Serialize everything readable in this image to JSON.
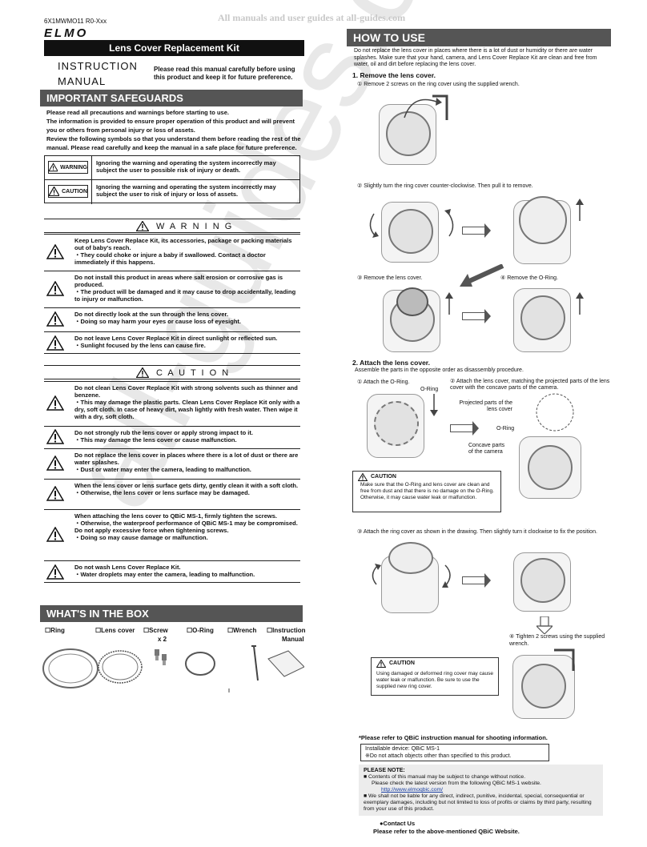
{
  "header": {
    "code": "6X1MWMO11 R0-Xxx",
    "banner": "All manuals and user guides at all-guides.com",
    "brand": "ELMO",
    "product_title": "Lens Cover Replacement Kit",
    "instruction_manual": "INSTRUCTION MANUAL",
    "read_note": "Please read this manual carefully before using this product and keep it for future preference."
  },
  "safeguards": {
    "title": "IMPORTANT SAFEGUARDS",
    "intro": [
      "Please read all precautions and warnings before starting to use.",
      "The information is provided to ensure proper operation of this product and will prevent",
      "you or others from personal injury or loss of assets.",
      "Review the following symbols so that you understand them before reading the rest of the",
      "manual. Please read carefully and keep the manual in a safe place for future preference."
    ],
    "symbols": [
      {
        "label": "WARNING",
        "text": "Ignoring the warning and operating the system incorrectly may subject the user to possible risk of injury or death."
      },
      {
        "label": "CAUTION",
        "text": "Ignoring the warning and operating the system incorrectly may subject the user to risk of injury or loss of assets."
      }
    ]
  },
  "warning": {
    "title": "W A R N I N G",
    "items": [
      "Keep Lens Cover Replace Kit, its accessories, package or packing materials out of baby's reach.\n・They could choke or injure a baby if swallowed. Contact a doctor immediately if this happens.",
      "Do not install this product in areas where salt erosion or corrosive gas is produced.\n・The product will be damaged and it may cause to drop accidentally, leading to injury or malfunction.",
      "Do not directly look at the sun through the lens cover.\n・Doing so may harm your eyes or cause loss of eyesight.",
      "Do not leave Lens Cover Replace Kit in direct sunlight or reflected sun.\n・Sunlight focused by the lens can cause fire."
    ]
  },
  "caution": {
    "title": "C A U T I O N",
    "items": [
      "Do not clean Lens Cover Replace Kit with strong solvents such as thinner and benzene.\n・This may damage the plastic parts. Clean Lens Cover Replace Kit only with a dry, soft cloth. In case of heavy dirt, wash lightly with fresh water. Then wipe it with a dry, soft cloth.",
      "Do not strongly rub the lens cover or apply strong impact to it.\n・This may damage the lens cover or cause malfunction.",
      "Do not replace the lens cover in places where there is a lot of dust or there are water splashes.\n・Dust or water may enter the camera, leading to malfunction.",
      "When the lens cover or lens surface gets dirty, gently clean it with a soft cloth.\n・Otherwise, the lens cover or lens surface may be damaged.",
      "When attaching the lens cover to QBiC MS-1, firmly tighten the screws.\n・Otherwise, the waterproof performance of QBiC MS-1 may be compromised.\nDo not apply excessive force when tightening screws.\n・Doing so may cause damage or malfunction.",
      "Do not wash Lens Cover Replace Kit.\n・Water droplets may enter the camera, leading to malfunction."
    ]
  },
  "box": {
    "title": "WHAT'S IN THE BOX",
    "items": [
      "Ring",
      "Lens cover",
      "Screw",
      "O-Ring",
      "Wrench",
      "Instruction"
    ],
    "screw_qty": "x 2",
    "instruction_line2": "Manual"
  },
  "how_to_use": {
    "title": "HOW TO USE",
    "intro": "Do not replace the lens cover in places where there is a lot of dust or humidity or there are water splashes. Make sure that your hand, camera, and Lens Cover Replace Kit are clean and free from water, oil and dirt before replacing the lens cover.",
    "step1_title": "1.  Remove the lens cover.",
    "s1_1": "①    Remove 2 screws on the ring cover using the supplied wrench.",
    "s1_2": "②    Slightly turn the ring cover counter-clockwise. Then pull it to remove.",
    "s1_3": "③    Remove the lens cover.",
    "s1_4": "④    Remove the O-Ring.",
    "step2_title": "2. Attach the lens cover.",
    "step2_sub": "Assemble the parts in the opposite order as disassembly procedure.",
    "s2_1": "①    Attach the O-Ring.",
    "oring_label": "O-Ring",
    "s2_2": "②    Attach the lens cover, matching the projected    parts of the lens cover with the concave parts of the camera.",
    "projected": "Projected parts of the lens cover",
    "oring_label2": "O-Ring",
    "concave": "Concave  parts of the camera",
    "caution_label": "CAUTION",
    "caution1": "Make sure that the O-Ring and lens cover are clean and free from dust and that there is no damage on the O-Ring.\nOtherwise, it may cause water leak or malfunction.",
    "s2_3": "③    Attach the ring cover as shown in the drawing. Then slightly turn it clockwise to fix the position.",
    "s2_4": "④   Tighten 2 screws using the supplied wrench.",
    "caution2": "Using damaged or deformed ring cover may cause water leak or malfunction. Be sure to use the supplied new ring cover."
  },
  "footer": {
    "refer": "*Please refer to QBiC instruction manual for shooting information.",
    "installable": "Installable device: QBiC MS-1",
    "do_not_attach": "※Do not attach objects other than specified to this product.",
    "note_title": "PLEASE NOTE:",
    "note1": "■ Contents of this manual may be subject to change without notice.",
    "note1b": "Please check the latest version from the following QBiC MS-1 website.",
    "url": "http://www.elmoqbic.com/",
    "note2": "■ We shall not be liable for any direct, indirect, punitive, incidental, special, consequential or exemplary damages, including but not limited to loss of profits or claims by third party, resulting from your use of this product.",
    "contact_title": "●Contact Us",
    "contact_text": "Please refer to the above-mentioned QBiC Website."
  }
}
